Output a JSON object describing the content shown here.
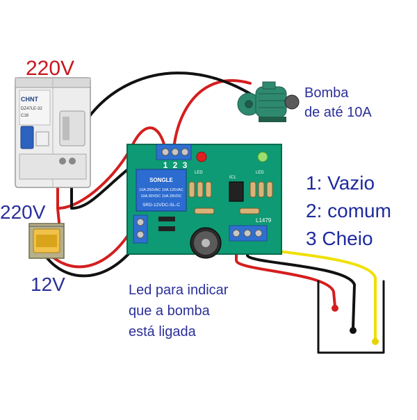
{
  "labels": {
    "breaker_voltage": "220V",
    "transformer_input": "220V",
    "transformer_output": "12V",
    "pump_line1": "Bomba",
    "pump_line2": "de até 10A",
    "led_line1": "Led para indicar",
    "led_line2": "que a bomba",
    "led_line3": "está ligada",
    "legend_1": "1: Vazio",
    "legend_2": "2: comum",
    "legend_3": "3 Cheio"
  },
  "board": {
    "terminal_numbers": [
      "1",
      "2",
      "3"
    ],
    "relay_brand": "SONGLE",
    "relay_text_1": "10A 250VAC 10A 125VAC",
    "relay_text_2": "10A 30VDC 10A 28VDC",
    "relay_model": "SRD-12VDC-SL-C",
    "model": "L1479",
    "led_mark": "LED",
    "chip_mark": "IC1"
  },
  "breaker": {
    "brand": "CHNT",
    "model": "DZ47LE-32",
    "rating": "C16"
  },
  "colors": {
    "red_label": "#c8161d",
    "blue_label": "#2a2f9a",
    "pcb_green": "#0e9a74",
    "relay_blue": "#2c6bd0",
    "pump_green": "#2e8a6e",
    "wire_red": "#d41e1e",
    "wire_black": "#111111",
    "wire_yellow": "#f0e000"
  }
}
